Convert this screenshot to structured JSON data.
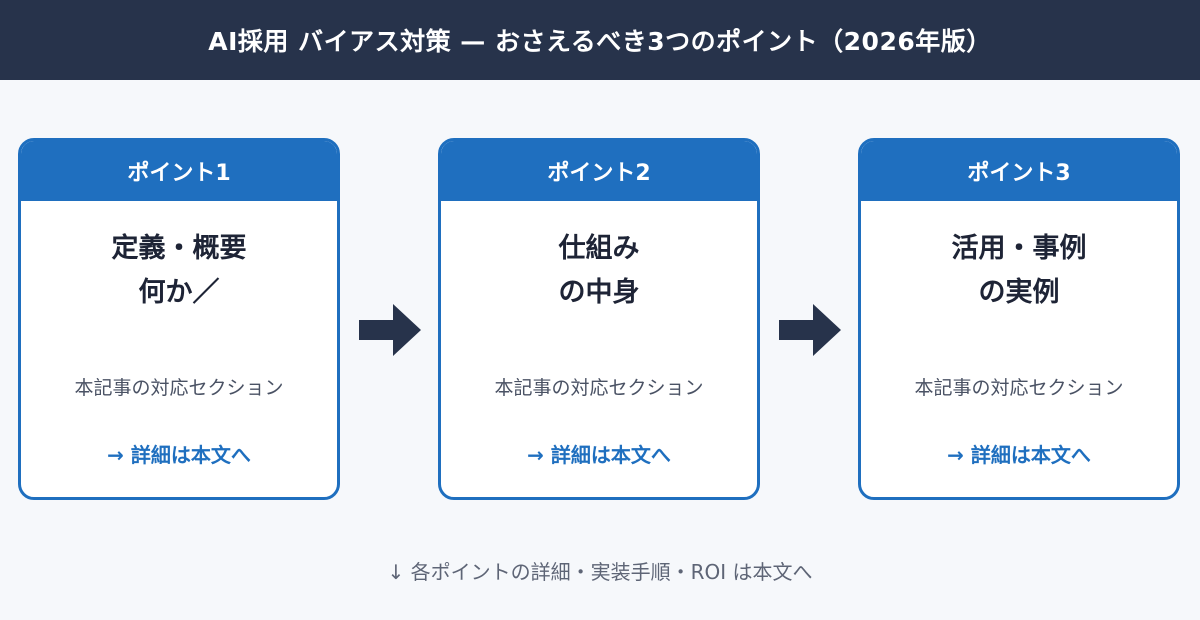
{
  "header": {
    "title": "AI採用 バイアス対策 — おさえるべき3つのポイント（2026年版）"
  },
  "cards": [
    {
      "label": "ポイント1",
      "title_lines": [
        "定義・概要",
        "何か／"
      ],
      "subtitle": "本記事の対応セクション",
      "link": "→ 詳細は本文へ"
    },
    {
      "label": "ポイント2",
      "title_lines": [
        "仕組み",
        "の中身"
      ],
      "subtitle": "本記事の対応セクション",
      "link": "→ 詳細は本文へ"
    },
    {
      "label": "ポイント3",
      "title_lines": [
        "活用・事例",
        "の実例"
      ],
      "subtitle": "本記事の対応セクション",
      "link": "→ 詳細は本文へ"
    }
  ],
  "footer": {
    "text": "↓ 各ポイントの詳細・実装手順・ROI は本文へ"
  },
  "colors": {
    "header_bg": "#27334b",
    "accent": "#1f6fbf",
    "arrow": "#27334b",
    "page_bg": "#f6f8fb"
  },
  "icons": {
    "flow_arrow": "arrow-right-icon"
  }
}
